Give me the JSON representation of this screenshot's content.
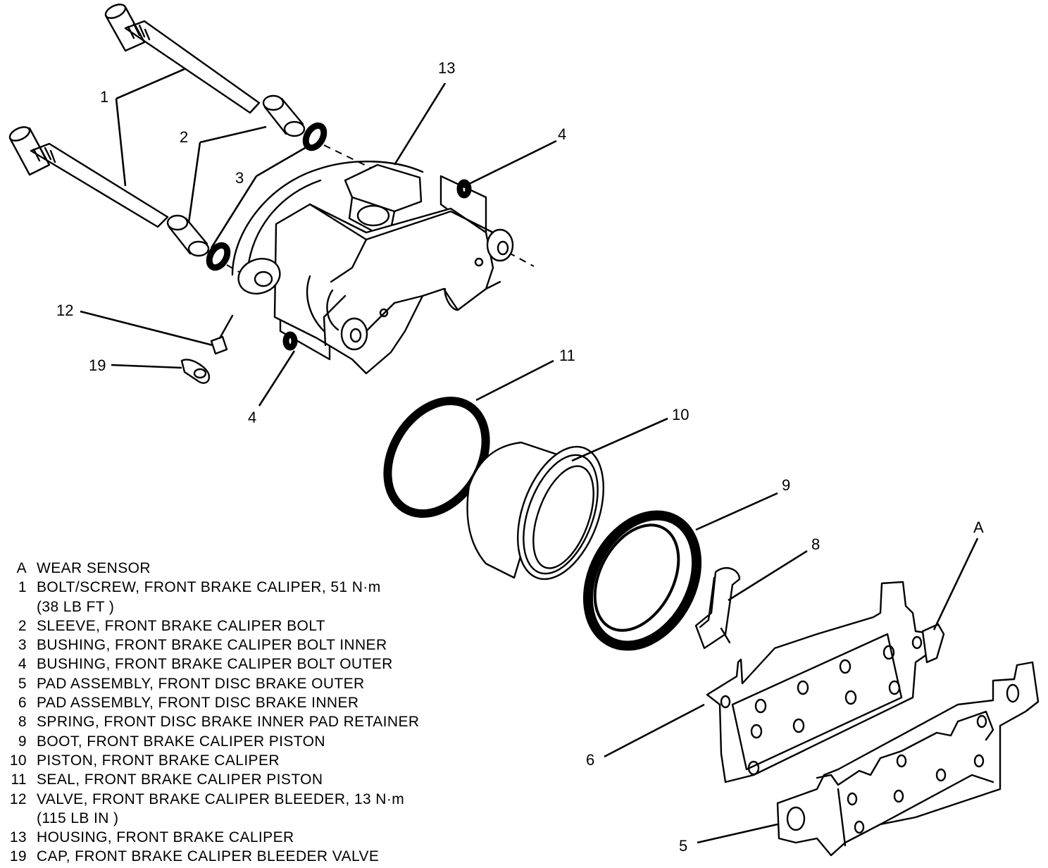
{
  "callouts": {
    "c1": "1",
    "c2": "2",
    "c3": "3",
    "c4a": "4",
    "c4b": "4",
    "c5": "5",
    "c6": "6",
    "c8": "8",
    "c9": "9",
    "c10": "10",
    "c11": "11",
    "c12": "12",
    "c13": "13",
    "c19": "19",
    "cA": "A"
  },
  "legend": [
    {
      "key": "A",
      "text": "WEAR SENSOR"
    },
    {
      "key": "1",
      "text": "BOLT/SCREW, FRONT BRAKE CALIPER, 51 N·m"
    },
    {
      "key": "",
      "text": "(38 LB  FT )"
    },
    {
      "key": "2",
      "text": "SLEEVE, FRONT BRAKE CALIPER BOLT"
    },
    {
      "key": "3",
      "text": "BUSHING, FRONT BRAKE CALIPER BOLT INNER"
    },
    {
      "key": "4",
      "text": "BUSHING, FRONT BRAKE CALIPER BOLT OUTER"
    },
    {
      "key": "5",
      "text": "PAD ASSEMBLY, FRONT DISC BRAKE OUTER"
    },
    {
      "key": "6",
      "text": "PAD ASSEMBLY, FRONT DISC BRAKE INNER"
    },
    {
      "key": "8",
      "text": "SPRING, FRONT DISC BRAKE INNER PAD RETAINER"
    },
    {
      "key": "9",
      "text": "BOOT, FRONT BRAKE CALIPER PISTON"
    },
    {
      "key": "10",
      "text": "PISTON, FRONT BRAKE CALIPER"
    },
    {
      "key": "11",
      "text": "SEAL, FRONT BRAKE CALIPER PISTON"
    },
    {
      "key": "12",
      "text": "VALVE, FRONT BRAKE CALIPER BLEEDER, 13 N·m"
    },
    {
      "key": "",
      "text": "(115 LB  IN )"
    },
    {
      "key": "13",
      "text": "HOUSING, FRONT BRAKE CALIPER"
    },
    {
      "key": "19",
      "text": "CAP, FRONT BRAKE CALIPER BLEEDER VALVE"
    }
  ]
}
